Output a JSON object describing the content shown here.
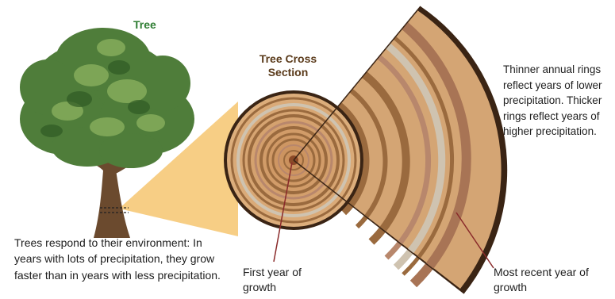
{
  "labels": {
    "tree_title": "Tree",
    "cross_section_title": "Tree Cross Section",
    "rings_note": "Thinner annual rings reflect years of lower precipitation. Thicker rings reflect years of higher precipitation.",
    "environment_note": "Trees respond to their environment: In years with lots of precipitation, they grow faster than in years with less precipitation.",
    "first_year": "First year of growth",
    "recent_year": "Most recent year of growth"
  },
  "colors": {
    "foliage": "#4f7d3a",
    "trunk": "#6b4a2e",
    "highlight": "#f6c978",
    "wood": "#d4a574",
    "ring_dark": "#9a6a3e",
    "bark": "#3a2414"
  }
}
